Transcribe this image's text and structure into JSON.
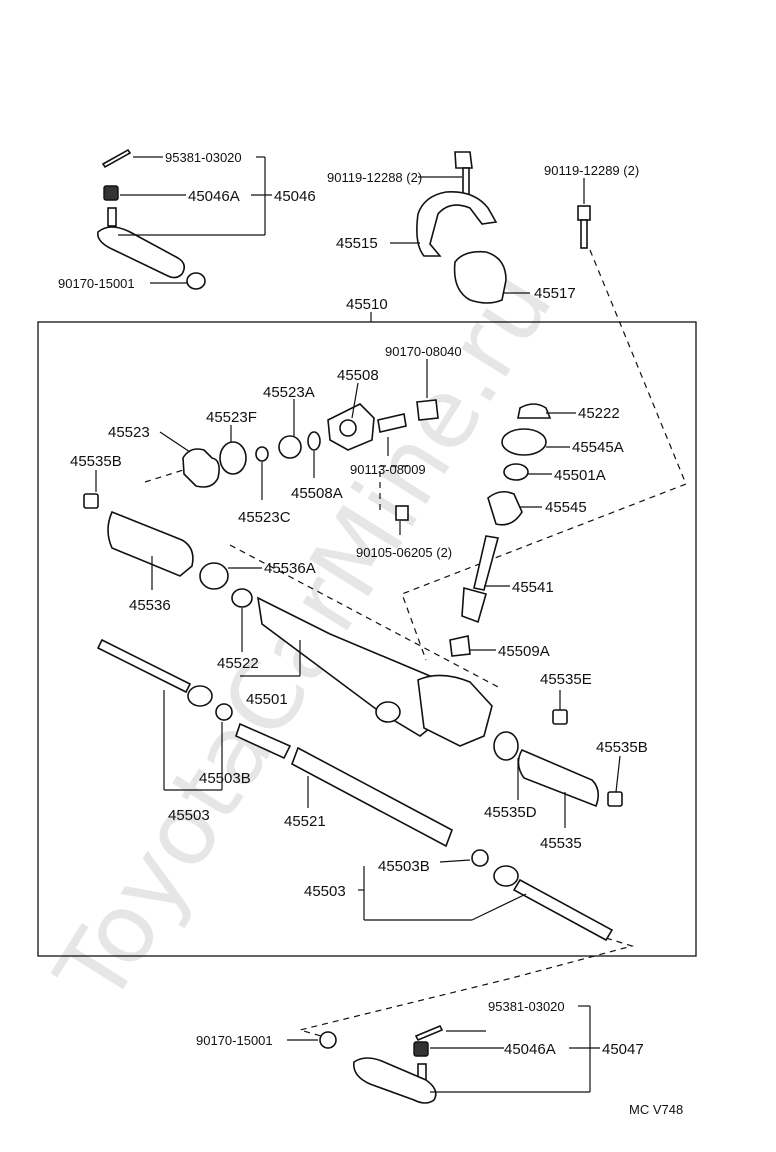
{
  "watermark": "ToyotaCarMine.ru",
  "footer_code": "MC V748",
  "labels": {
    "p95381_03020_top": "95381-03020",
    "p45046A_top": "45046A",
    "p45046": "45046",
    "p90170_15001_top": "90170-15001",
    "p90119_12288": "90119-12288 (2)",
    "p90119_12289": "90119-12289 (2)",
    "p45515": "45515",
    "p45517": "45517",
    "p45510": "45510",
    "p90170_08040": "90170-08040",
    "p45508": "45508",
    "p45523A": "45523A",
    "p45523F": "45523F",
    "p45523": "45523",
    "p45222": "45222",
    "p45545A": "45545A",
    "p45501A": "45501A",
    "p45535B_left": "45535B",
    "p90113_08009": "90113-08009",
    "p45508A": "45508A",
    "p45523C": "45523C",
    "p45545": "45545",
    "p90105_06205": "90105-06205 (2)",
    "p45536A": "45536A",
    "p45536": "45536",
    "p45541": "45541",
    "p45522": "45522",
    "p45509A": "45509A",
    "p45501": "45501",
    "p45535E": "45535E",
    "p45535B_right": "45535B",
    "p45503B_left": "45503B",
    "p45503_left": "45503",
    "p45521": "45521",
    "p45535D": "45535D",
    "p45535": "45535",
    "p45503B_right": "45503B",
    "p45503_right": "45503",
    "p95381_03020_bot": "95381-03020",
    "p90170_15001_bot": "90170-15001",
    "p45046A_bot": "45046A",
    "p45047": "45047"
  }
}
